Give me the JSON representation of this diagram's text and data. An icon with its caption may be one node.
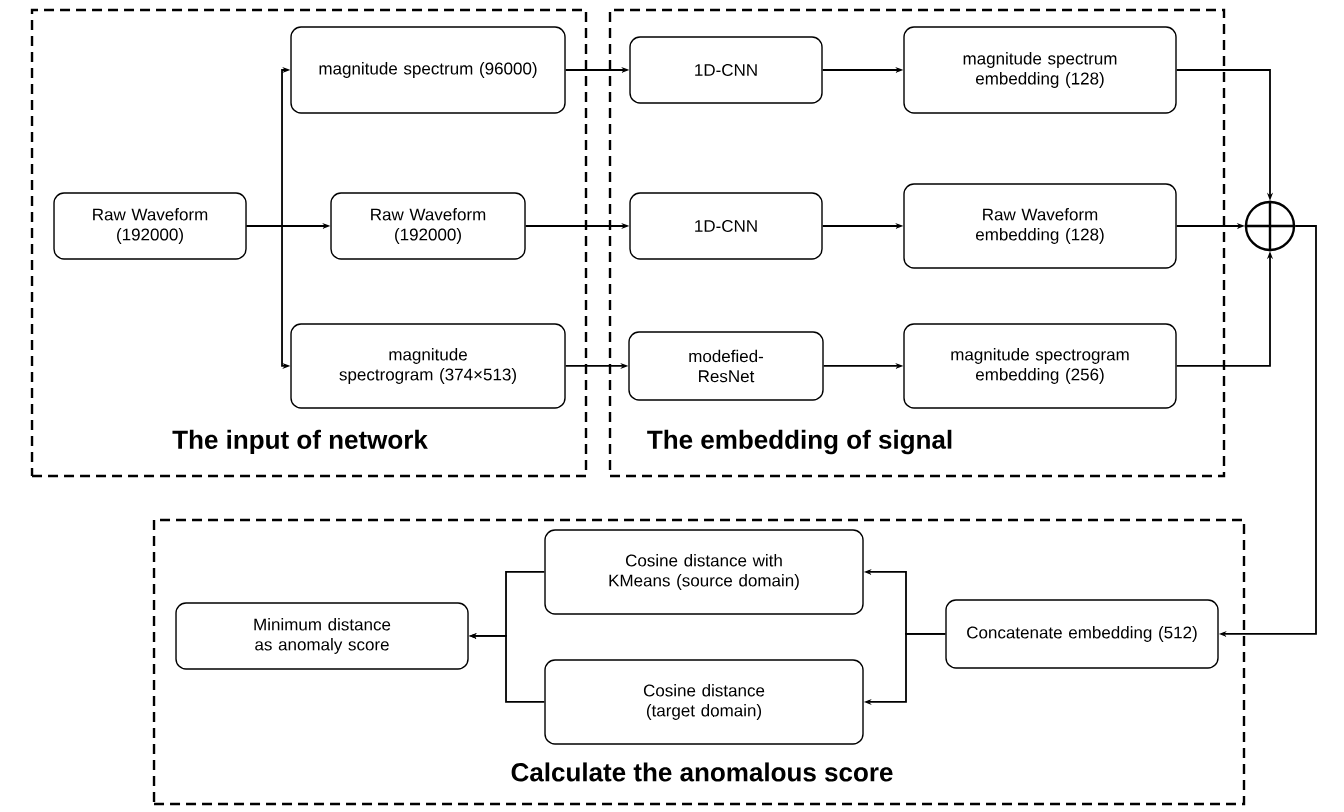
{
  "diagram": {
    "nodes": [
      {
        "text": [
          "The input of network"
        ]
      },
      {
        "text": [
          "Raw Waveform (192000)"
        ],
        "in": 0
      },
      {
        "text": [
          "magnitude spectrum (96000)"
        ],
        "in": 0
      },
      {
        "text": [
          "Raw Waveform (192000)"
        ],
        "in": 0
      },
      {
        "text": [
          "magnitude spectrogram (374×513)"
        ],
        "in": 0
      },
      {
        "text": [
          "The embedding of signal"
        ]
      },
      {
        "text": [
          "1D-CNN"
        ],
        "in": 5
      },
      {
        "text": [
          "magnitude spectrum embedding (128)"
        ],
        "in": 5
      },
      {
        "text": [
          "1D-CNN"
        ],
        "in": 5
      },
      {
        "text": [
          "Raw Waveform embedding (128)"
        ],
        "in": 5
      },
      {
        "text": [
          "modefied-ResNet"
        ],
        "in": 5
      },
      {
        "text": [
          "magnitude spectrogram embedding (256)"
        ],
        "in": 5
      },
      {
        "text": [],
        "shape": "circle"
      },
      {
        "text": [
          "Calculate the anomalous score"
        ]
      },
      {
        "text": [
          "Minimum distance as anomaly score"
        ],
        "in": 13
      },
      {
        "text": [
          "Cosine distance with KMeans (source domain)"
        ],
        "in": 13
      },
      {
        "text": [
          "Cosine distance (target domain)"
        ],
        "in": 13
      },
      {
        "text": [
          "Concatenate embedding (512)"
        ],
        "in": 13
      }
    ],
    "edges": [
      {
        "from": 1,
        "to": 2,
        "arrow": "to"
      },
      {
        "from": 1,
        "to": 3,
        "arrow": "to"
      },
      {
        "from": 1,
        "to": 4,
        "arrow": "to"
      },
      {
        "from": 2,
        "to": 6,
        "arrow": "to"
      },
      {
        "from": 3,
        "to": 8,
        "arrow": "to"
      },
      {
        "from": 4,
        "to": 10,
        "arrow": "to"
      },
      {
        "from": 6,
        "to": 7,
        "arrow": "to"
      },
      {
        "from": 8,
        "to": 9,
        "arrow": "to"
      },
      {
        "from": 10,
        "to": 11,
        "arrow": "to"
      },
      {
        "from": 7,
        "to": 12,
        "arrow": "to"
      },
      {
        "from": 9,
        "to": 12,
        "arrow": "to"
      },
      {
        "from": 11,
        "to": 12,
        "arrow": "to"
      },
      {
        "from": 12,
        "to": 17,
        "arrow": "to"
      },
      {
        "from": 17,
        "to": 15,
        "arrow": "to"
      },
      {
        "from": 17,
        "to": 16,
        "arrow": "to"
      },
      {
        "from": 15,
        "to": 14,
        "arrow": "to"
      },
      {
        "from": 16,
        "to": 14,
        "arrow": "to"
      }
    ]
  }
}
